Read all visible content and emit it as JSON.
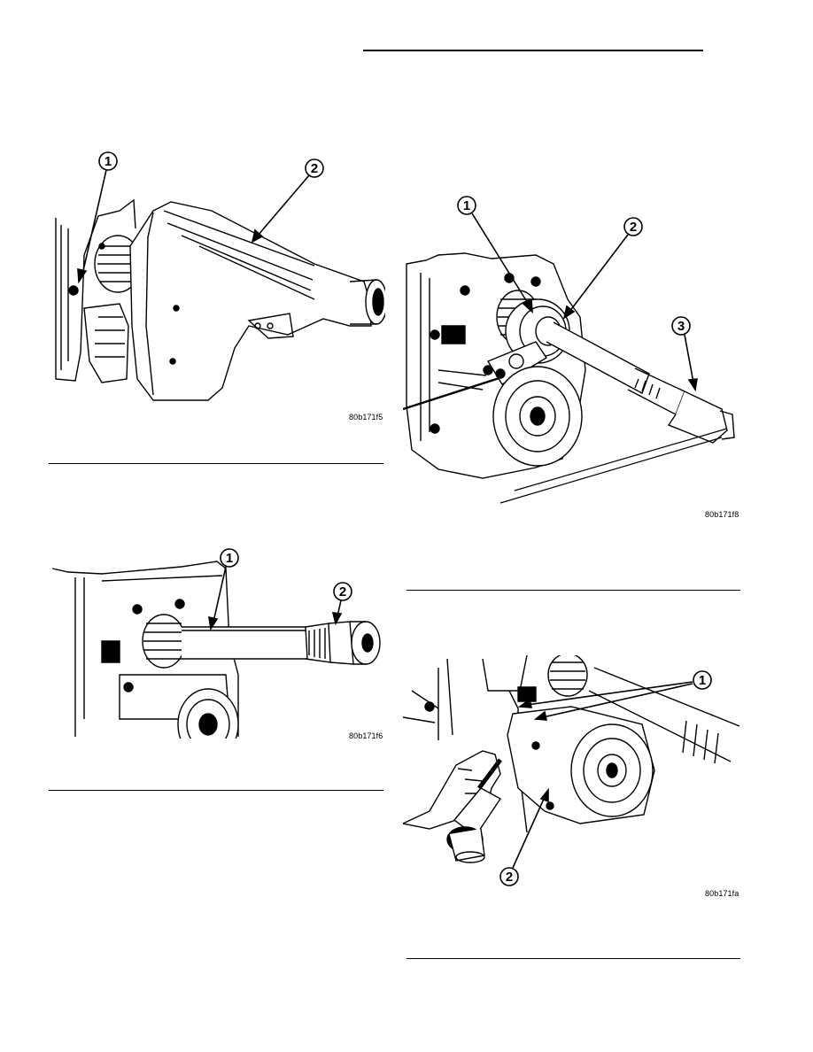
{
  "figures": [
    {
      "id": "80b171f5",
      "callouts": [
        "1",
        "2"
      ]
    },
    {
      "id": "80b171f6",
      "callouts": [
        "1",
        "2"
      ]
    },
    {
      "id": "80b171f8",
      "callouts": [
        "1",
        "2",
        "3"
      ]
    },
    {
      "id": "80b171fa",
      "callouts": [
        "1",
        "2"
      ]
    }
  ]
}
